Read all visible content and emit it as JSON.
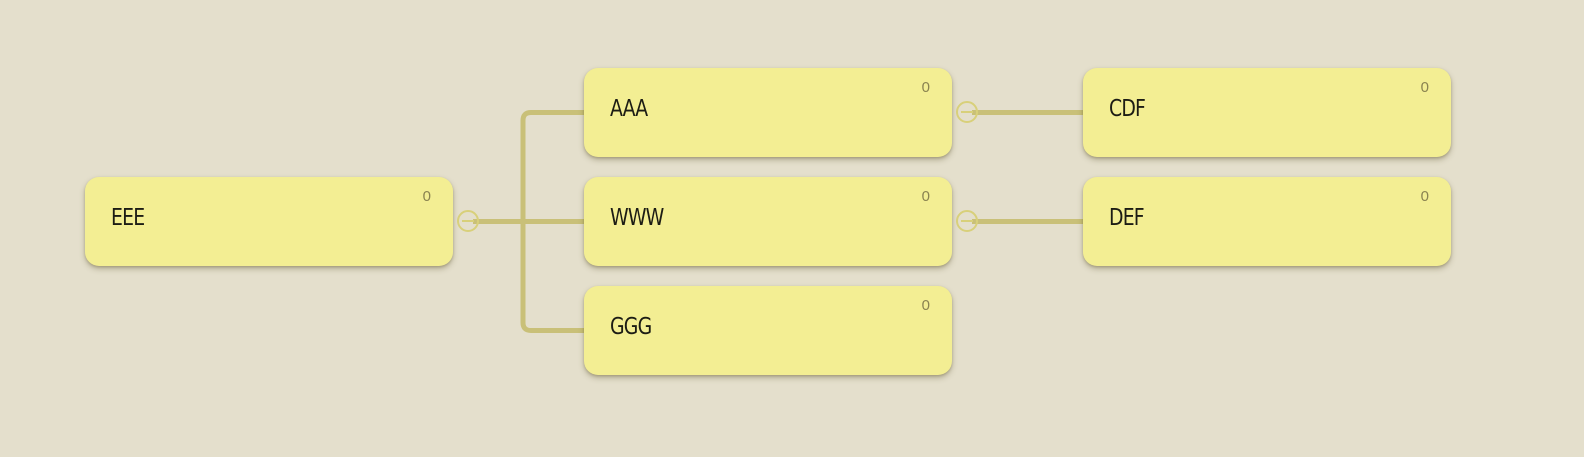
{
  "colors": {
    "background": "#e4dfcc",
    "card": "#f3ee93",
    "connector": "#c9c078",
    "toggle": "#d8d07a",
    "label": "#1c1c14",
    "count": "#8a8350"
  },
  "nodes": [
    {
      "id": "eee",
      "label": "EEE",
      "count": "0"
    },
    {
      "id": "aaa",
      "label": "AAA",
      "count": "0"
    },
    {
      "id": "www",
      "label": "WWW",
      "count": "0"
    },
    {
      "id": "ggg",
      "label": "GGG",
      "count": "0"
    },
    {
      "id": "cdf",
      "label": "CDF",
      "count": "0"
    },
    {
      "id": "def",
      "label": "DEF",
      "count": "0"
    }
  ],
  "edges": [
    {
      "from": "eee",
      "to": "aaa"
    },
    {
      "from": "eee",
      "to": "www"
    },
    {
      "from": "eee",
      "to": "ggg"
    },
    {
      "from": "aaa",
      "to": "cdf"
    },
    {
      "from": "www",
      "to": "def"
    }
  ]
}
